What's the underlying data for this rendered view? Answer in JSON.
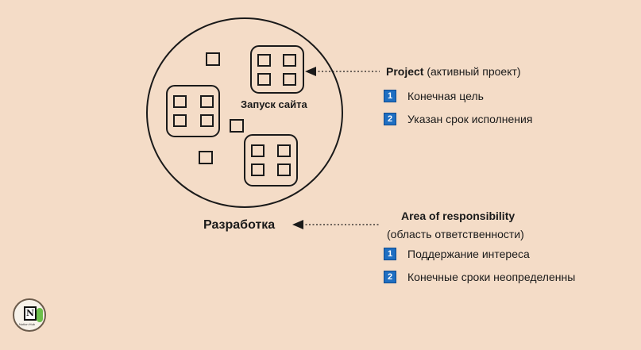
{
  "diagram": {
    "project_name": "Запуск сайта",
    "area_name": "Разработка"
  },
  "project_info": {
    "title_bold": "Project",
    "title_rest": " (активный проект)",
    "items": [
      {
        "num": "1",
        "text": "Конечная цель"
      },
      {
        "num": "2",
        "text": "Указан срок исполнения"
      }
    ]
  },
  "area_info": {
    "title": "Area of responsibility",
    "subtitle": "(область ответственности)",
    "items": [
      {
        "num": "1",
        "text": "Поддержание интереса"
      },
      {
        "num": "2",
        "text": "Конечные сроки неопределенны"
      }
    ]
  },
  "logo": {
    "letter": "N",
    "caption": "Notion Hub"
  },
  "colors": {
    "background": "#f4dcc7",
    "badge": "#1f6fc2",
    "stroke": "#1a1a1a"
  }
}
